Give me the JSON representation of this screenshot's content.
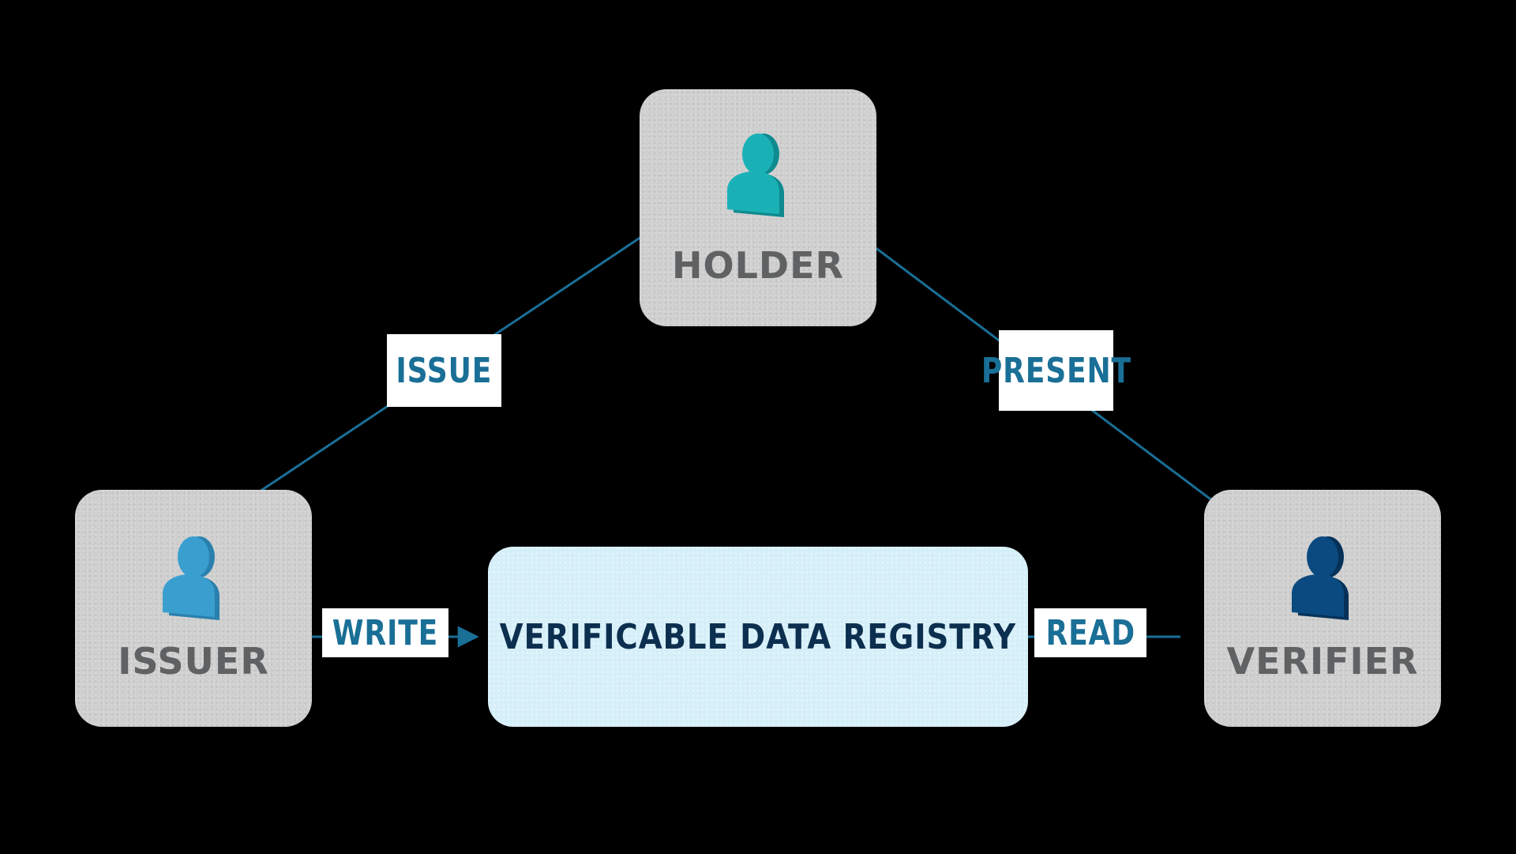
{
  "diagram": {
    "roles": {
      "holder": {
        "label": "HOLDER",
        "icon": "person-icon",
        "color": "#1ab1b6"
      },
      "issuer": {
        "label": "ISSUER",
        "icon": "person-icon",
        "color": "#3a9fcf"
      },
      "verifier": {
        "label": "VERIFIER",
        "icon": "person-icon",
        "color": "#0b4a80"
      }
    },
    "registry": {
      "label": "VERIFICABLE DATA REGISTRY"
    },
    "links": {
      "issue": {
        "label": "ISSUE",
        "from": "issuer",
        "to": "holder"
      },
      "present": {
        "label": "PRESENT",
        "from": "holder",
        "to": "verifier"
      },
      "write": {
        "label": "WRITE",
        "from": "issuer",
        "to": "registry"
      },
      "read": {
        "label": "READ",
        "from": "verifier",
        "to": "registry"
      }
    },
    "colors": {
      "background": "#000000",
      "role_box": "#cfcfcf",
      "role_text": "#5f6163",
      "registry_box": "#d5eff9",
      "registry_text": "#0d2f4f",
      "link_line": "#1a6f97",
      "link_text": "#1a6f97"
    }
  }
}
